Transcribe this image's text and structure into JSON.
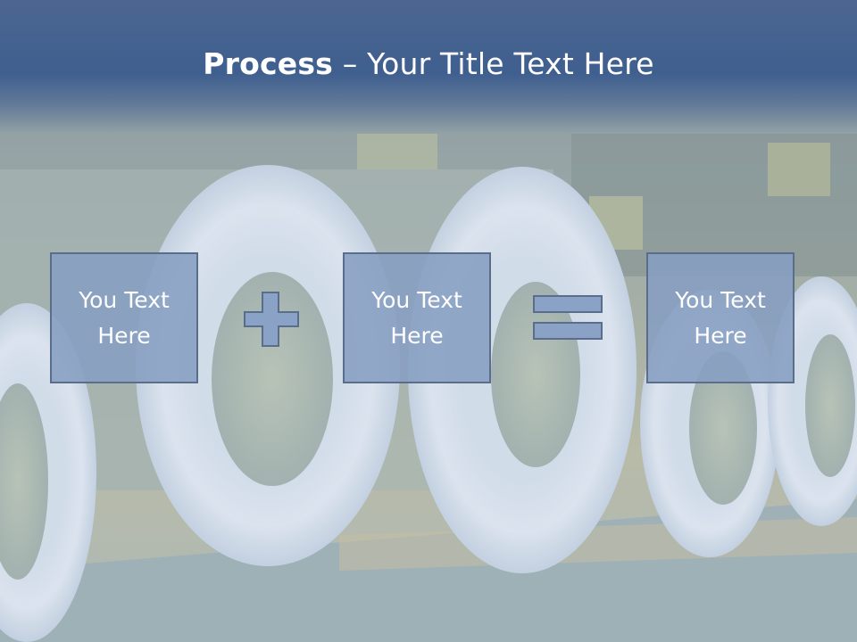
{
  "title": {
    "bold": "Process",
    "rest": " – Your Title Text Here"
  },
  "boxes": [
    {
      "line1": "You Text",
      "line2": "Here"
    },
    {
      "line1": "You Text",
      "line2": "Here"
    },
    {
      "line1": "You Text",
      "line2": "Here"
    }
  ],
  "operators": [
    "plus-icon",
    "equals-icon"
  ],
  "colors": {
    "title_band": "#3f5f8f",
    "box_fill": "#869ec2",
    "box_border": "#5a6e8c",
    "operator_fill": "#8aa2c6"
  }
}
